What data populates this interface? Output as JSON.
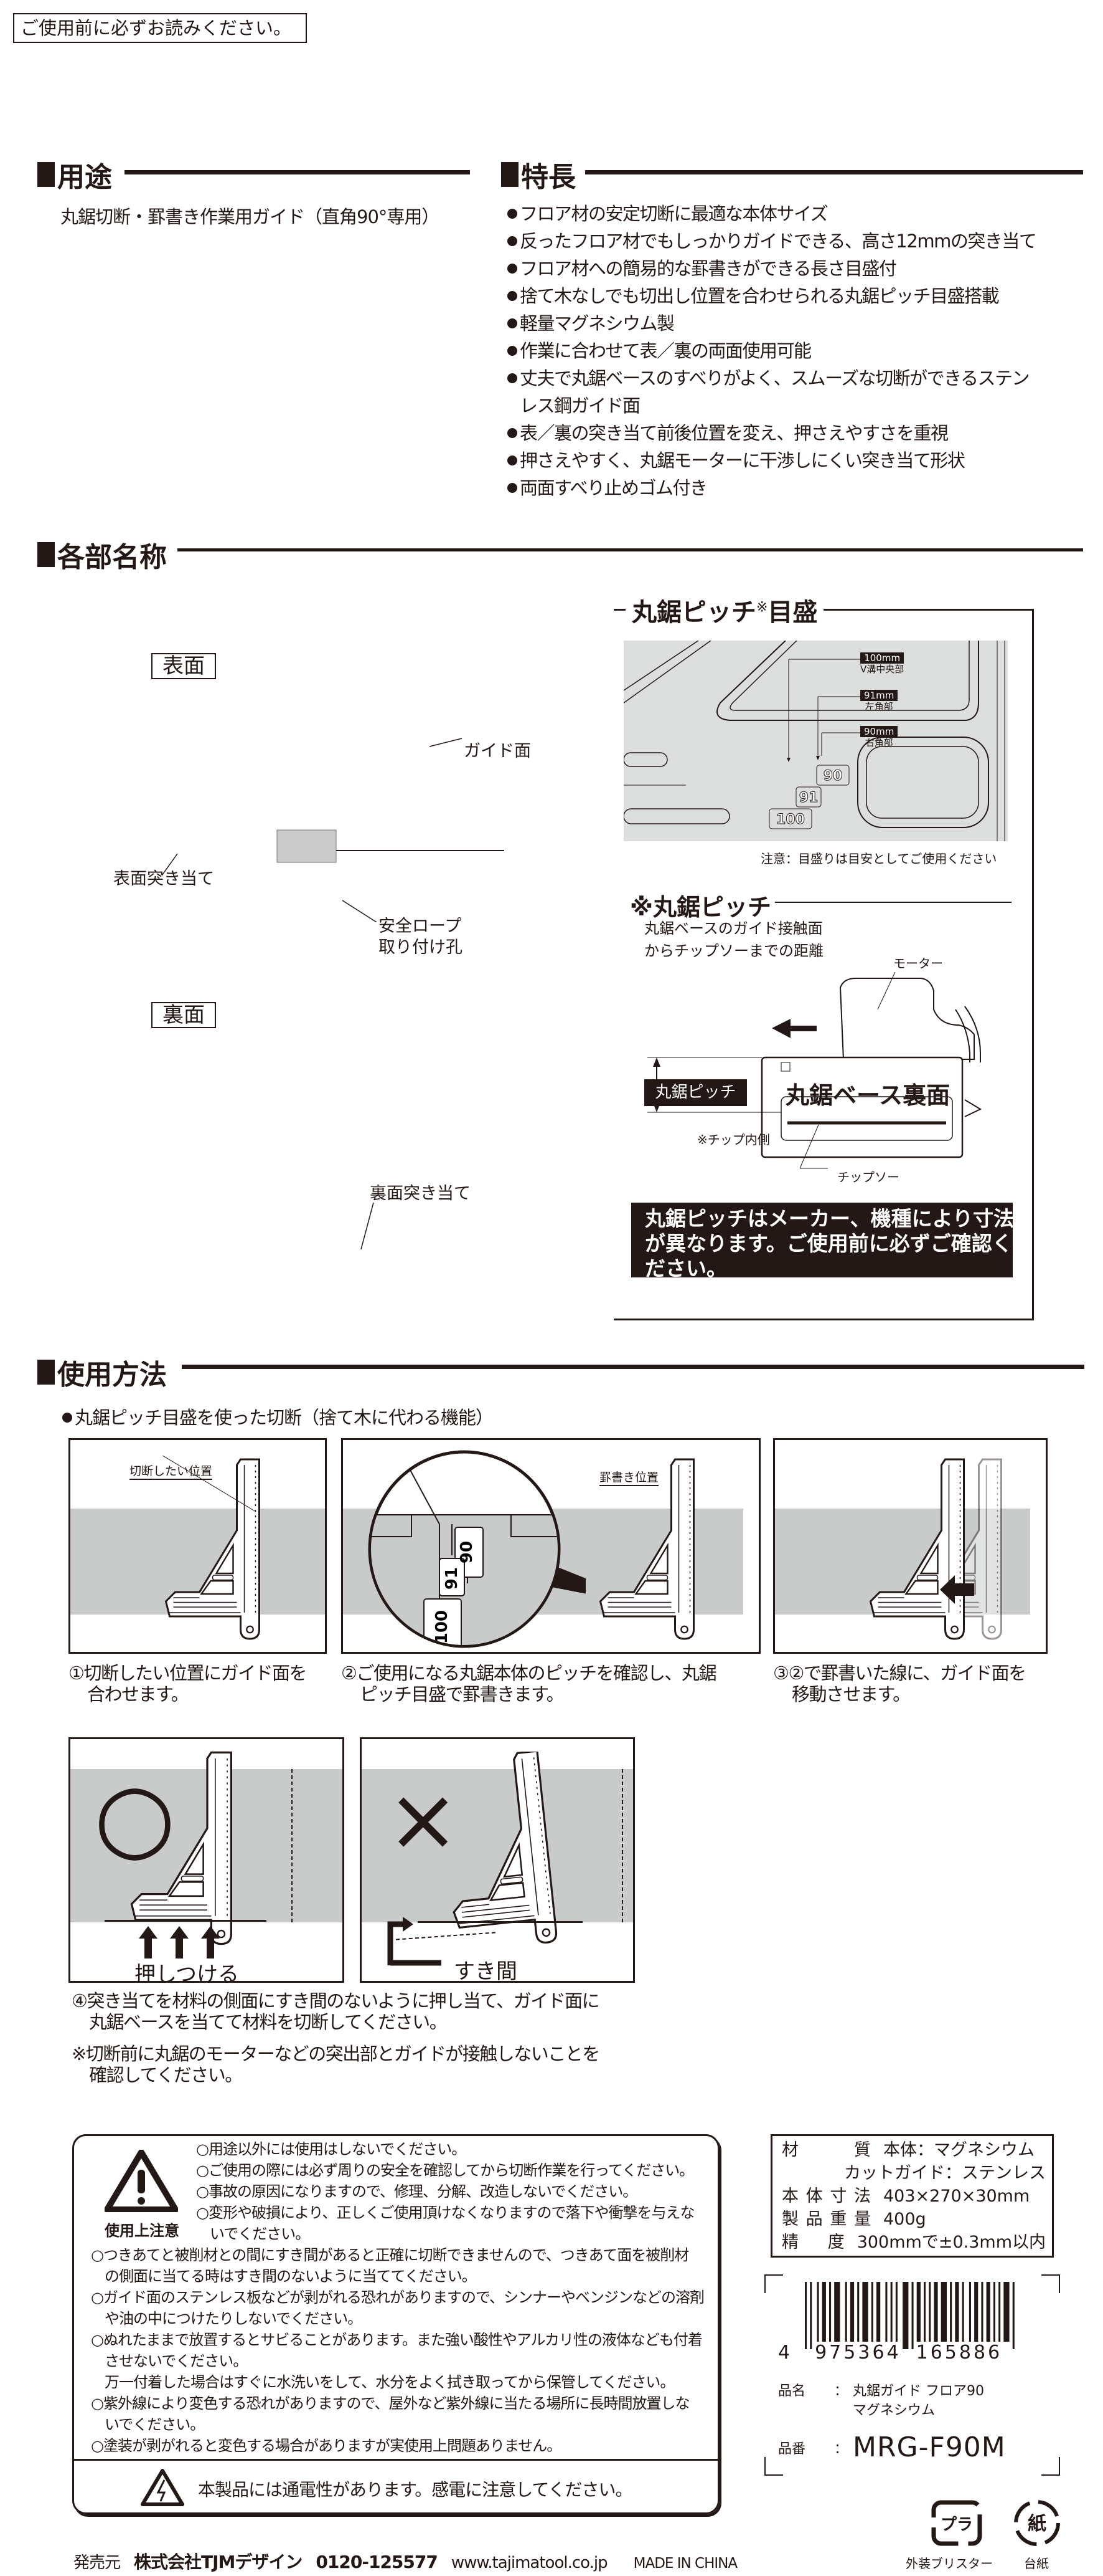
{
  "header_notice": "ご使用前に必ずお読みください。",
  "usage": {
    "title": "用途",
    "text": "丸鋸切断・罫書き作業用ガイド（直角90°専用）"
  },
  "features": {
    "title": "特長",
    "items": [
      "フロア材の安定切断に最適な本体サイズ",
      "反ったフロア材でもしっかりガイドできる、高さ12mmの突き当て",
      "フロア材への簡易的な罫書きができる長さ目盛付",
      "捨て木なしでも切出し位置を合わせられる丸鋸ピッチ目盛搭載",
      "軽量マグネシウム製",
      "作業に合わせて表／裏の両面使用可能",
      "丈夫で丸鋸ベースのすべりがよく、スムーズな切断ができるステン",
      "レス鋼ガイド面",
      "表／裏の突き当て前後位置を変え、押さえやすさを重視",
      "押さえやすく、丸鋸モーターに干渉しにくい突き当て形状",
      "両面すべり止めゴム付き"
    ]
  },
  "parts": {
    "title": "各部名称",
    "front_label": "表面",
    "back_label": "裏面",
    "guide_face": "ガイド面",
    "front_stop": "表面突き当て",
    "rope_hole": [
      "安全ロープ",
      "取り付け孔"
    ],
    "back_stop": "裏面突き当て",
    "pitch": {
      "title_a": "丸鋸ピッチ",
      "title_mark": "※",
      "title_b": "目盛",
      "markers": [
        {
          "value": "100mm",
          "label": "V溝中央部"
        },
        {
          "value": "91mm",
          "label": "左角部"
        },
        {
          "value": "90mm",
          "label": "右角部"
        }
      ],
      "scale": [
        "90",
        "91",
        "100"
      ],
      "note": "注意：目盛りは目安としてご使用ください",
      "def_title": "※丸鋸ピッチ",
      "def_lines": [
        "丸鋸ベースのガイド接触面",
        "からチップソーまでの距離"
      ],
      "motor": "モーター",
      "base": "丸鋸ベース裏面",
      "pitch_label": "丸鋸ピッチ",
      "tip_inner": "※チップ内側",
      "tip_saw": "チップソー",
      "warning": [
        "丸鋸ピッチはメーカー、機種により寸法",
        "が異なります。ご使用前に必ずご確認く",
        "ださい。"
      ]
    }
  },
  "howto": {
    "title": "使用方法",
    "bullet": "丸鋸ピッチ目盛を使った切断（捨て木に代わる機能）",
    "cut_position": "切断したい位置",
    "mark_position": "罫書き位置",
    "zoom_scale": [
      "90",
      "91",
      "100"
    ],
    "steps": [
      [
        "①切断したい位置にガイド面を",
        "合わせます。"
      ],
      [
        "②ご使用になる丸鋸本体のピッチを確認し、丸鋸",
        "ピッチ目盛で罫書きます。"
      ],
      [
        "③②で罫書いた線に、ガイド面を",
        "移動させます。"
      ]
    ],
    "good_mark": "○",
    "bad_mark": "×",
    "press_label": "押しつける",
    "gap_label": "すき間",
    "step4": [
      "④突き当てを材料の側面にすき間のないように押し当て、ガイド面に",
      "丸鋸ベースを当てて材料を切断してください。"
    ],
    "note": [
      "※切断前に丸鋸のモーターなどの突出部とガイドが接触しないことを",
      "確認してください。"
    ]
  },
  "caution": {
    "label": "使用上注意",
    "top": [
      "○用途以外には使用はしないでください。",
      "○ご使用の際には必ず周りの安全を確認してから切断作業を行ってください。",
      "○事故の原因になりますので、修理、分解、改造しないでください。",
      "○変形や破損により、正しくご使用頂けなくなりますので落下や衝撃を与えな",
      "いでください。"
    ],
    "bottom": [
      "○つきあてと被削材との間にすき間があると正確に切断できませんので、つきあて面を被削材",
      "の側面に当てる時はすき間のないように当ててください。",
      "○ガイド面のステンレス板などが剥がれる恐れがありますので、シンナーやベンジンなどの溶剤",
      "や油の中につけたりしないでください。",
      "○ぬれたままで放置するとサビることがあります。また強い酸性やアルカリ性の液体なども付着",
      "させないでください。",
      "万一付着した場合はすぐに水洗いをして、水分をよく拭き取ってから保管してください。",
      "○紫外線により変色する恐れがありますので、屋外など紫外線に当たる場所に長時間放置しな",
      "いでください。",
      "○塗装が剥がれると変色する場合がありますが実使用上問題ありません。"
    ],
    "electric": "本製品には通電性があります。感電に注意してください。"
  },
  "specs": [
    {
      "key": "材質",
      "value": "本体：マグネシウム"
    },
    {
      "key": "",
      "value": "カットガイド：ステンレス"
    },
    {
      "key": "本体寸法",
      "value": "403×270×30mm"
    },
    {
      "key": "製品重量",
      "value": "400g"
    },
    {
      "key": "精度",
      "value": "300mmで±0.3mm以内"
    }
  ],
  "barcode": {
    "first": "4",
    "left": "975364",
    "right": "165886"
  },
  "product": {
    "name_key": "品名",
    "name": [
      "丸鋸ガイド フロア90",
      "マグネシウム"
    ],
    "number_key": "品番",
    "number": "MRG-F90M",
    "sep": "："
  },
  "recycle": {
    "plastic_mark": "プラ",
    "plastic_label": "外装ブリスター",
    "paper_mark": "紙",
    "paper_label": "台紙"
  },
  "footer": {
    "seller_key": "発売元",
    "company": "株式会社TJMデザイン",
    "phone": "0120-125577",
    "url": "www.tajimatool.co.jp",
    "origin": "MADE IN CHINA"
  }
}
